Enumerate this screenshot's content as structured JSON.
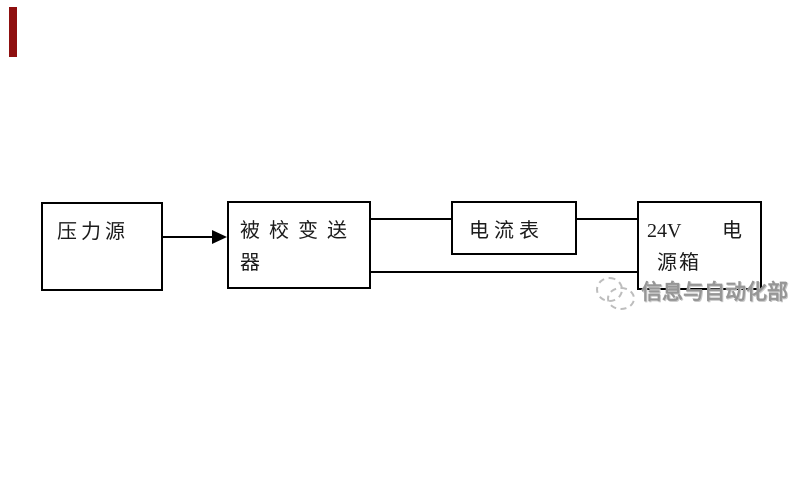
{
  "page": {
    "background_color": "#ffffff",
    "kind": "calibration block diagram"
  },
  "accent_bar": {
    "color": "#8e0f0f"
  },
  "diagram": {
    "line_color": "#000000",
    "text_color": "#1b1b1b",
    "nodes": {
      "pressure_source": {
        "label": "压力源"
      },
      "transmitter": {
        "line1": "被 校 变 送",
        "line2": "器"
      },
      "ammeter": {
        "label": "电流表"
      },
      "power_box": {
        "line1_left": "24V",
        "line1_right": "电",
        "line2": "源箱"
      }
    },
    "edges": [
      {
        "from": "pressure_source",
        "to": "transmitter",
        "style": "arrow"
      },
      {
        "from": "transmitter",
        "to": "ammeter",
        "style": "line",
        "position": "top"
      },
      {
        "from": "ammeter",
        "to": "power_box",
        "style": "line",
        "position": "top"
      },
      {
        "from": "transmitter",
        "to": "power_box",
        "style": "line",
        "position": "bottom"
      }
    ]
  },
  "watermark": {
    "text": "信息与自动化部",
    "color": "#969696",
    "logo": "sketch-dashed-circles-logo"
  }
}
